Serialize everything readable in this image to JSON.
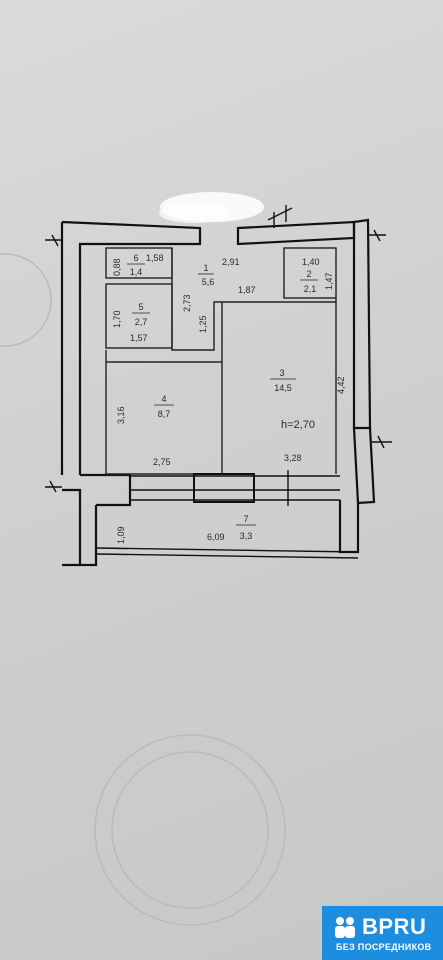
{
  "rooms": [
    {
      "id": "1",
      "number": "1",
      "area": "5,6"
    },
    {
      "id": "2",
      "number": "2",
      "area": "2,1"
    },
    {
      "id": "3",
      "number": "3",
      "area": "14,5"
    },
    {
      "id": "4",
      "number": "4",
      "area": "8,7"
    },
    {
      "id": "5",
      "number": "5",
      "area": "2,7"
    },
    {
      "id": "6",
      "number": "6",
      "area": "1,4"
    },
    {
      "id": "7",
      "number": "7",
      "area": "3,3"
    }
  ],
  "dimensions": {
    "d291": "2,91",
    "d187": "1,87",
    "d273": "2,73",
    "d125": "1,25",
    "d088": "0,88",
    "d158": "1,58",
    "d140": "1,40",
    "d147": "1,47",
    "d170": "1,70",
    "d157": "1,57",
    "d316": "3,16",
    "d275": "2,75",
    "d442": "4,42",
    "d328": "3,28",
    "d109": "1,09",
    "d609": "6,09"
  },
  "ceiling_height": "h=2,70",
  "watermark": {
    "brand": "BPRU",
    "tagline": "БЕЗ ПОСРЕДНИКОВ",
    "color": "#1d8de0"
  }
}
